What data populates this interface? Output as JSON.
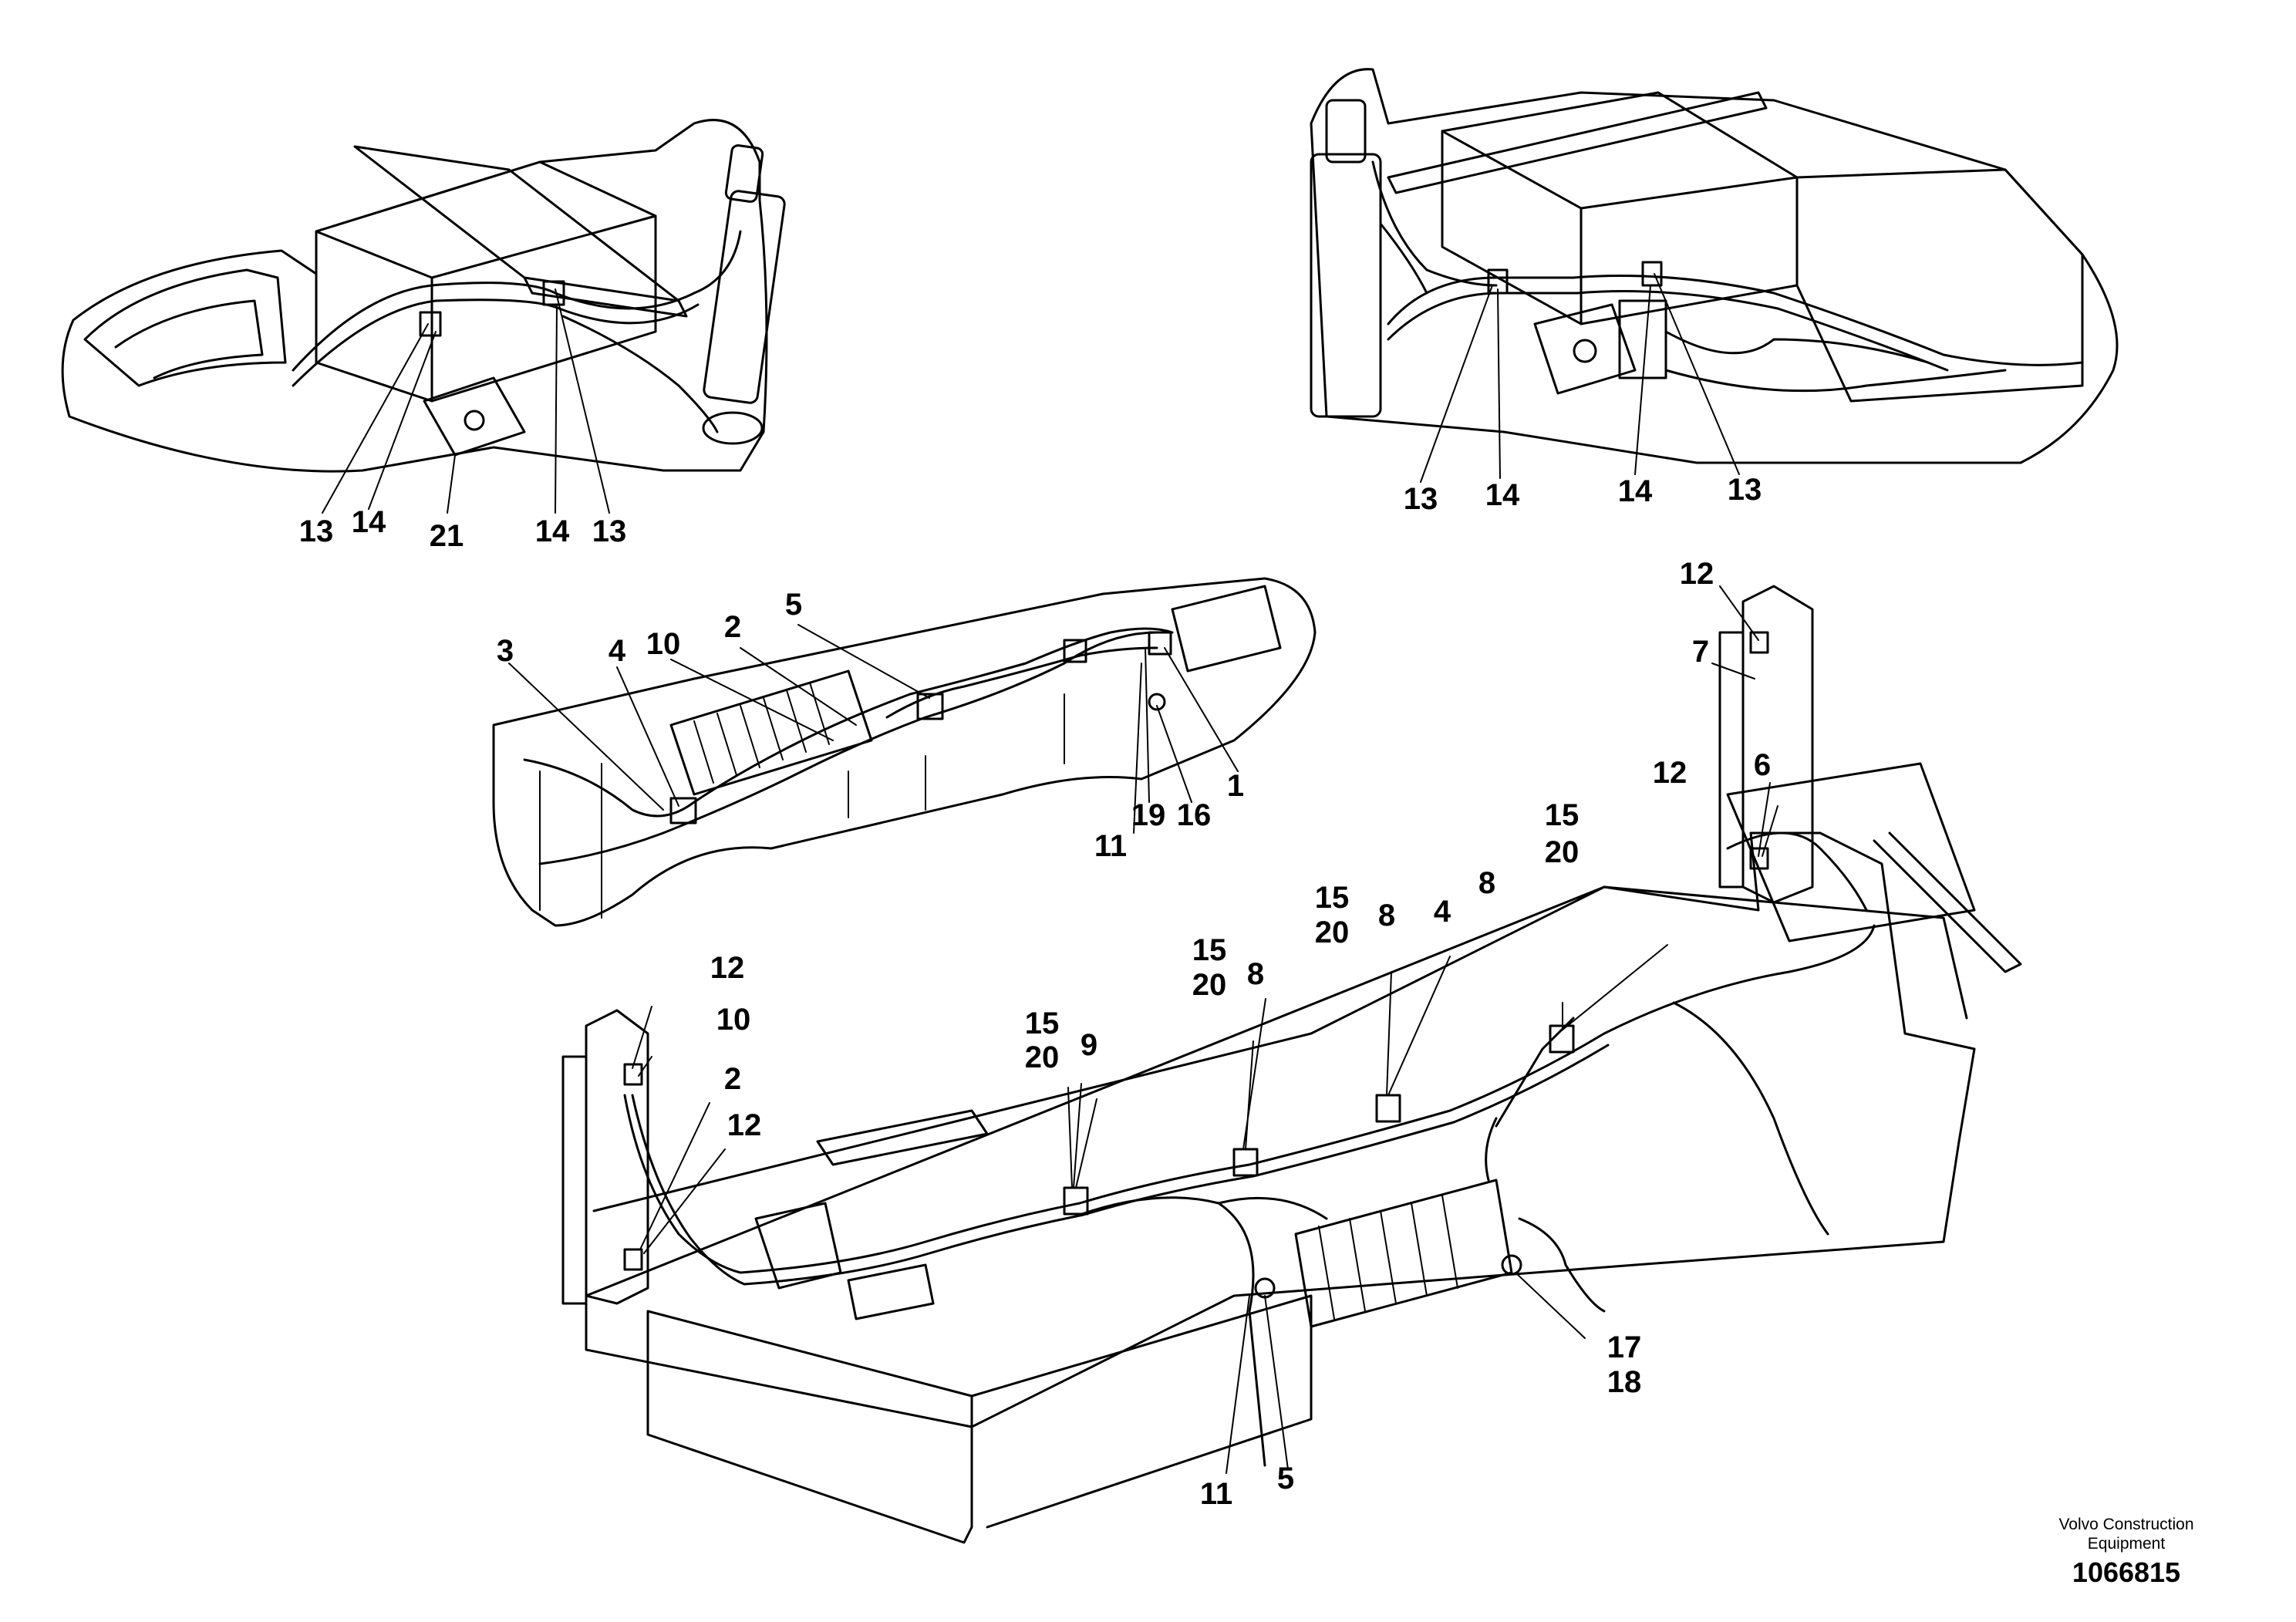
{
  "brand": {
    "line1": "Volvo Construction",
    "line2": "Equipment"
  },
  "document_number": "1066815",
  "views": {
    "top_left": {
      "callouts": [
        "13",
        "14",
        "21",
        "14",
        "13"
      ]
    },
    "top_right": {
      "callouts": [
        "13",
        "14",
        "14",
        "13"
      ]
    },
    "middle_detail": {
      "callouts": [
        "3",
        "4",
        "10",
        "2",
        "5",
        "1",
        "19",
        "16",
        "11"
      ]
    },
    "main_assembly": {
      "callouts": [
        "12",
        "7",
        "6",
        "12",
        "15",
        "20",
        "8",
        "4",
        "15",
        "20",
        "8",
        "15",
        "20",
        "8",
        "15",
        "20",
        "9",
        "12",
        "10",
        "2",
        "12",
        "17",
        "18",
        "11",
        "5"
      ]
    }
  }
}
